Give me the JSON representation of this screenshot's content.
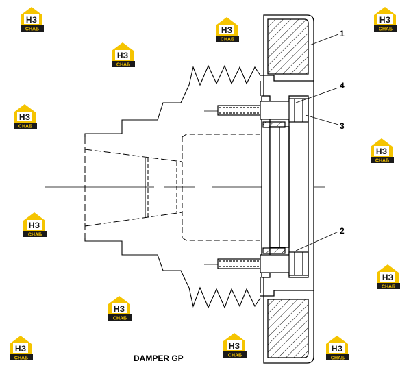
{
  "diagram": {
    "title": "DAMPER GP",
    "callouts": [
      {
        "id": "1",
        "label": "1"
      },
      {
        "id": "4",
        "label": "4"
      },
      {
        "id": "3",
        "label": "3"
      },
      {
        "id": "2",
        "label": "2"
      }
    ]
  },
  "watermark": {
    "logo_top": "НЗ",
    "logo_bottom": "СНАБ",
    "logo_color": "#F5C400",
    "logo_dark": "#1a1a1a"
  }
}
